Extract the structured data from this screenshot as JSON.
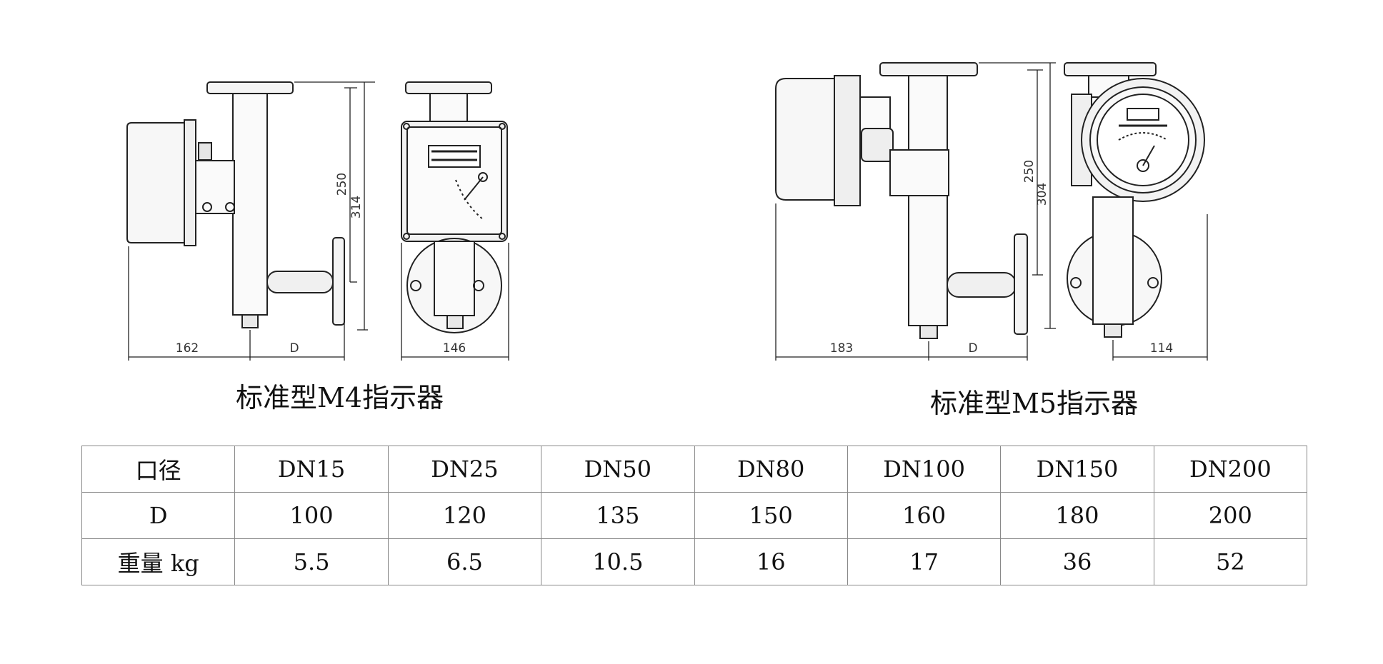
{
  "captions": {
    "m4": "标准型M4指示器",
    "m5": "标准型M5指示器"
  },
  "dimensions": {
    "m4": {
      "height_inner": "250",
      "height_total": "314",
      "side": "162",
      "flange": "D",
      "front_width": "146"
    },
    "m5": {
      "height_inner": "250",
      "height_total": "304",
      "side": "183",
      "flange": "D",
      "front_width": "114"
    }
  },
  "table": {
    "rows": [
      {
        "header": "口径",
        "cells": [
          "DN15",
          "DN25",
          "DN50",
          "DN80",
          "DN100",
          "DN150",
          "DN200"
        ]
      },
      {
        "header": "D",
        "cells": [
          "100",
          "120",
          "135",
          "150",
          "160",
          "180",
          "200"
        ]
      },
      {
        "header": "重量 kg",
        "cells": [
          "5.5",
          "6.5",
          "10.5",
          "16",
          "17",
          "36",
          "52"
        ]
      }
    ]
  }
}
